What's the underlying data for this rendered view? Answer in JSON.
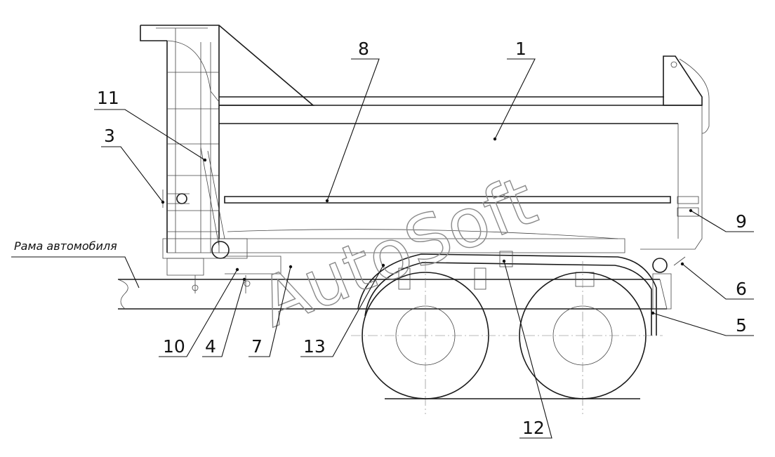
{
  "frame_caption": "Рама автомобиля",
  "callouts": [
    "1",
    "3",
    "4",
    "5",
    "6",
    "7",
    "8",
    "9",
    "10",
    "11",
    "12",
    "13"
  ],
  "watermark": "AutoSoft"
}
